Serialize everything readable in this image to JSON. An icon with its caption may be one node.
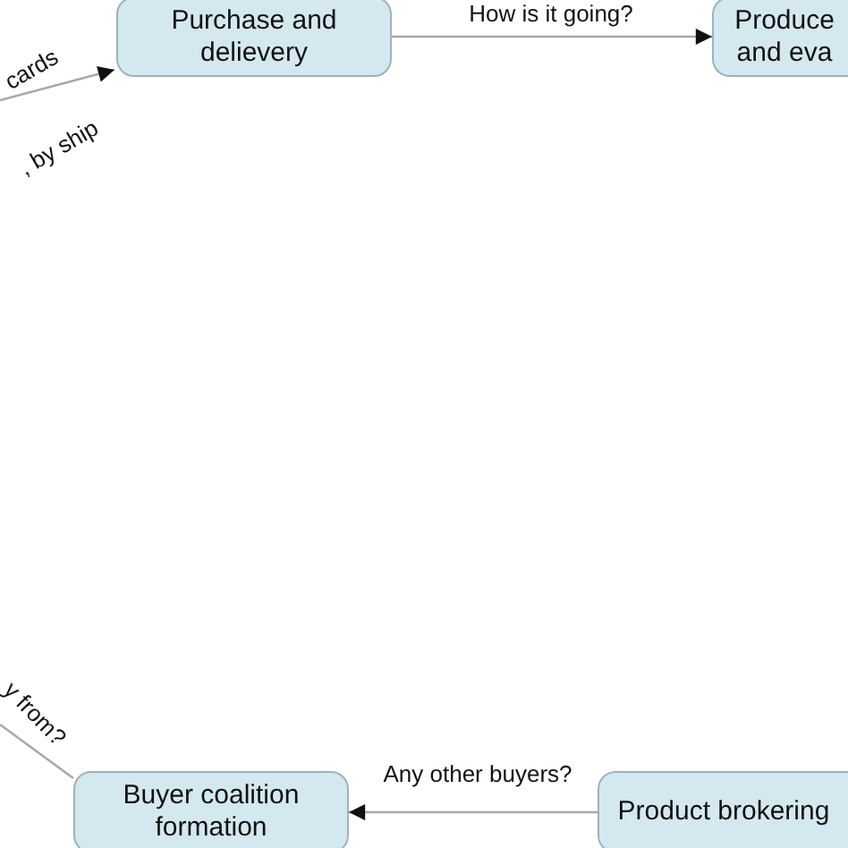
{
  "diagram": {
    "nodes": [
      {
        "text": [
          "Purchase and delievery"
        ]
      },
      {
        "text": [
          "Produce and eva"
        ]
      },
      {
        "text": [
          "Buyer coalition formation"
        ]
      },
      {
        "text": [
          "Product brokering"
        ]
      }
    ],
    "edges": [
      {
        "from": 0,
        "to": 1,
        "arrow": "to",
        "label": "How is it going?"
      },
      {
        "from": 3,
        "to": 2,
        "arrow": "to",
        "label": "Any other buyers?"
      },
      {
        "from": null,
        "to": 0,
        "arrow": "to",
        "label": "cards"
      },
      {
        "from": 2,
        "to": null,
        "arrow": "none",
        "label": "y from?"
      }
    ],
    "labels": [
      ", by ship"
    ]
  }
}
